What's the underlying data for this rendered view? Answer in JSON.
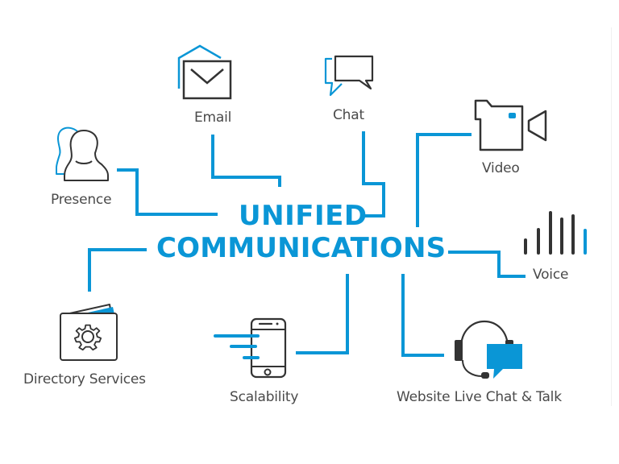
{
  "colors": {
    "accent": "#0a96d6",
    "icon_stroke": "#333333",
    "label_text": "#4a4a4a",
    "background": "#ffffff"
  },
  "diagram": {
    "title_line1": "UNIFIED",
    "title_line2": "COMMUNICATIONS",
    "nodes": [
      {
        "id": "presence",
        "label": "Presence",
        "icon": "two-person-silhouette-icon"
      },
      {
        "id": "email",
        "label": "Email",
        "icon": "envelope-icon"
      },
      {
        "id": "chat",
        "label": "Chat",
        "icon": "speech-bubbles-icon"
      },
      {
        "id": "video",
        "label": "Video",
        "icon": "video-camera-icon"
      },
      {
        "id": "voice",
        "label": "Voice",
        "icon": "sound-bars-icon"
      },
      {
        "id": "directory",
        "label": "Directory Services",
        "icon": "folder-gear-icon"
      },
      {
        "id": "scalability",
        "label": "Scalability",
        "icon": "mobile-phone-speed-icon"
      },
      {
        "id": "website",
        "label": "Website Live Chat & Talk",
        "icon": "headset-chat-icon"
      }
    ]
  }
}
